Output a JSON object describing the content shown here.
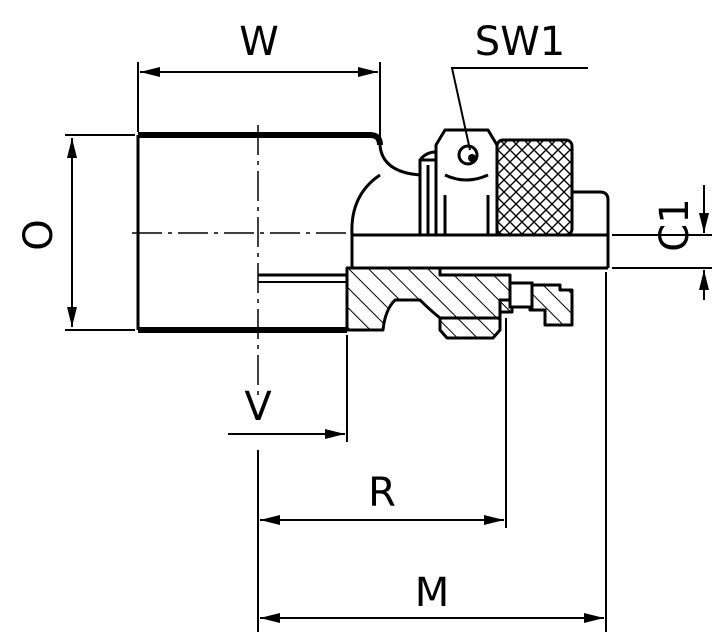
{
  "labels": {
    "W": "W",
    "SW1": "SW1",
    "O": "O",
    "C1": "C1",
    "V": "V",
    "R": "R",
    "M": "M"
  },
  "colors": {
    "line": "#000000",
    "background": "#ffffff"
  }
}
